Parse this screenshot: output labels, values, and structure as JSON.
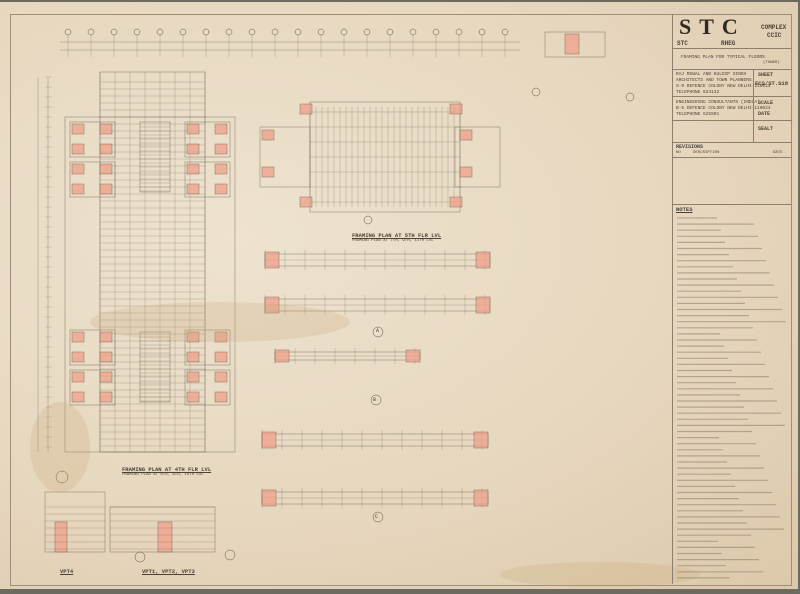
{
  "title_block": {
    "logo_main": "STC",
    "logo_sub_left": "STC",
    "logo_sub_mid": "RHEG",
    "logo_right_1": "COMPLEX",
    "logo_right_2": "CCIC",
    "drawing_title": "FRAMING PLAN FOR TYPICAL FLOORS",
    "drawing_subtitle": "(TOWER)",
    "architects": [
      "RAJ REWAL AND KULDIP SINGH",
      "ARCHITECTS AND TOWN PLANNERS",
      "S-9 DEFENCE COLONY NEW DELHI-110024",
      "TELEPHONE 624132"
    ],
    "engineers": [
      "ENGINEERING CONSULTANTS (INDIA)",
      "B-5 DEFENCE COLONY NEW DELHI-110024",
      "TELEPHONE 625501"
    ],
    "sheet_label": "SHEET",
    "sheet_value": "ECS/ST.S18",
    "scale_label": "SCALE",
    "date_label": "DATE",
    "sealt_label": "SEALT",
    "revisions_label": "REVISIONS",
    "rev_no": "NO",
    "rev_desc": "DESCRIPTION",
    "rev_date": "DATE",
    "notes_label": "NOTES"
  },
  "drawings": {
    "plan_top_title": "FRAMING PLAN AT 5TH FLR LVL",
    "plan_top_sub": "FRAMING PLAN AT 7TH, 9TH, 11TH LVL",
    "plan_left_title": "FRAMING PLAN AT 4TH FLR LVL",
    "plan_left_sub": "FRAMING PLAN AT 6TH, 8TH, 10TH LVL",
    "detail_left_label": "VPT4",
    "detail_right_label": "VPT1, VPT2, VPT3",
    "section_a": "A",
    "section_b": "B",
    "section_c": "C"
  },
  "colors": {
    "paper": "#e9dcc6",
    "ink": "#5a5044",
    "column_fill": "#f0a08a"
  }
}
